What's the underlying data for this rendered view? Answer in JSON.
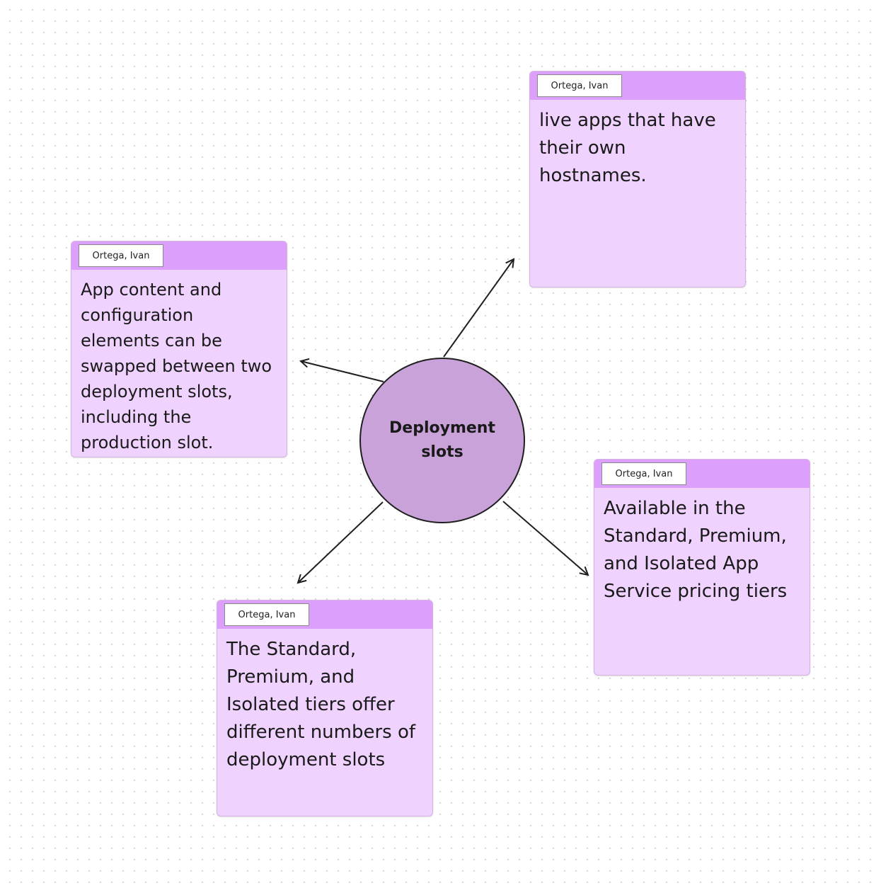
{
  "diagram": {
    "hub": {
      "label": "Deployment slots"
    },
    "notes": {
      "top": {
        "author": "Ortega, Ivan",
        "text": "live apps that have their own hostnames."
      },
      "left": {
        "author": "Ortega, Ivan",
        "text": "App content and configuration elements can be swapped between two deployment slots, including the production slot."
      },
      "right": {
        "author": "Ortega, Ivan",
        "text": "Available in the Standard, Premium, and Isolated App Service pricing tiers"
      },
      "bottom": {
        "author": "Ortega, Ivan",
        "text": "The Standard, Premium, and Isolated tiers offer different numbers of deployment slots"
      }
    },
    "colors": {
      "hub_fill": "#c8a2d8",
      "note_fill": "#efd2fd",
      "note_header": "#dc9ffb",
      "stroke": "#1f1f1f"
    }
  }
}
